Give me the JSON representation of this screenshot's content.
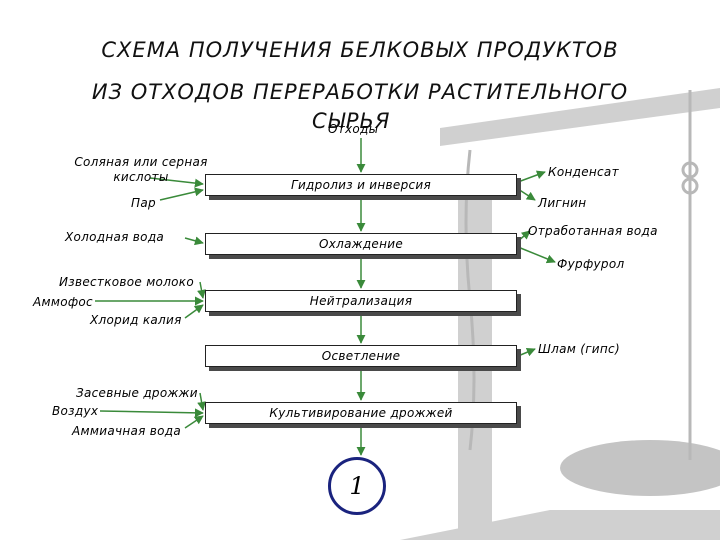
{
  "title": {
    "line1": "СХЕМА ПОЛУЧЕНИЯ БЕЛКОВЫХ ПРОДУКТОВ",
    "line2": "ИЗ ОТХОДОВ ПЕРЕРАБОТКИ РАСТИТЕЛЬНОГО",
    "line3": "СЫРЬЯ"
  },
  "input_top": "Отходы",
  "steps": [
    "Гидролиз и инверсия",
    "Охлаждение",
    "Нейтрализация",
    "Осветление",
    "Культивирование дрожжей"
  ],
  "left_inputs": {
    "acid": "Соляная или серная кислоты",
    "steam": "Пар",
    "cold_water": "Холодная вода",
    "lime_milk": "Известковое молоко",
    "ammophos": "Аммофос",
    "potassium_chloride": "Хлорид калия",
    "seed_yeast": "Засевные дрожжи",
    "air": "Воздух",
    "ammonia_water": "Аммиачная вода"
  },
  "right_outputs": {
    "condensate": "Конденсат",
    "lignin": "Лигнин",
    "waste_water": "Отработанная вода",
    "furfural": "Фурфурол",
    "sludge": "Шлам (гипс)"
  },
  "continuation_marker": "1",
  "colors": {
    "arrow": "#3a8a3a",
    "circle_border": "#1a237e",
    "box_shadow": "#4a4a4a"
  }
}
